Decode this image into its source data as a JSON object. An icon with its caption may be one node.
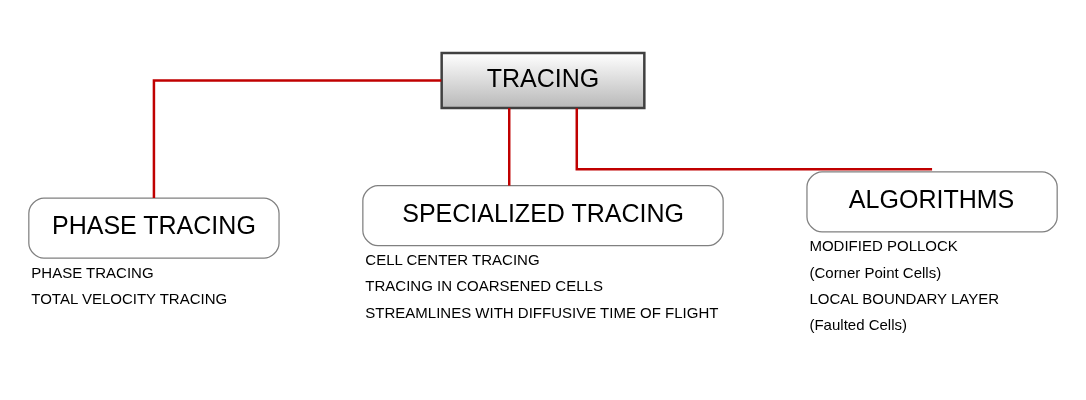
{
  "diagram": {
    "nodes": [
      {
        "text": [
          "TRACING"
        ]
      },
      {
        "text": [
          "PHASE TRACING"
        ],
        "beside": [
          "PHASE TRACING",
          "TOTAL VELOCITY TRACING"
        ]
      },
      {
        "text": [
          "SPECIALIZED TRACING"
        ],
        "beside": [
          "CELL CENTER TRACING",
          "TRACING IN COARSENED CELLS",
          "STREAMLINES WITH DIFFUSIVE TIME OF FLIGHT"
        ]
      },
      {
        "text": [
          "ALGORITHMS"
        ],
        "beside": [
          "MODIFIED POLLOCK",
          "(Corner Point Cells)",
          "LOCAL BOUNDARY LAYER",
          "(Faulted Cells)"
        ]
      }
    ],
    "edges": [
      {
        "from": 0,
        "to": 1,
        "arrow": "none",
        "color": "#c00000"
      },
      {
        "from": 0,
        "to": 2,
        "arrow": "none",
        "color": "#c00000"
      },
      {
        "from": 0,
        "to": 3,
        "arrow": "none",
        "color": "#c00000"
      }
    ]
  }
}
